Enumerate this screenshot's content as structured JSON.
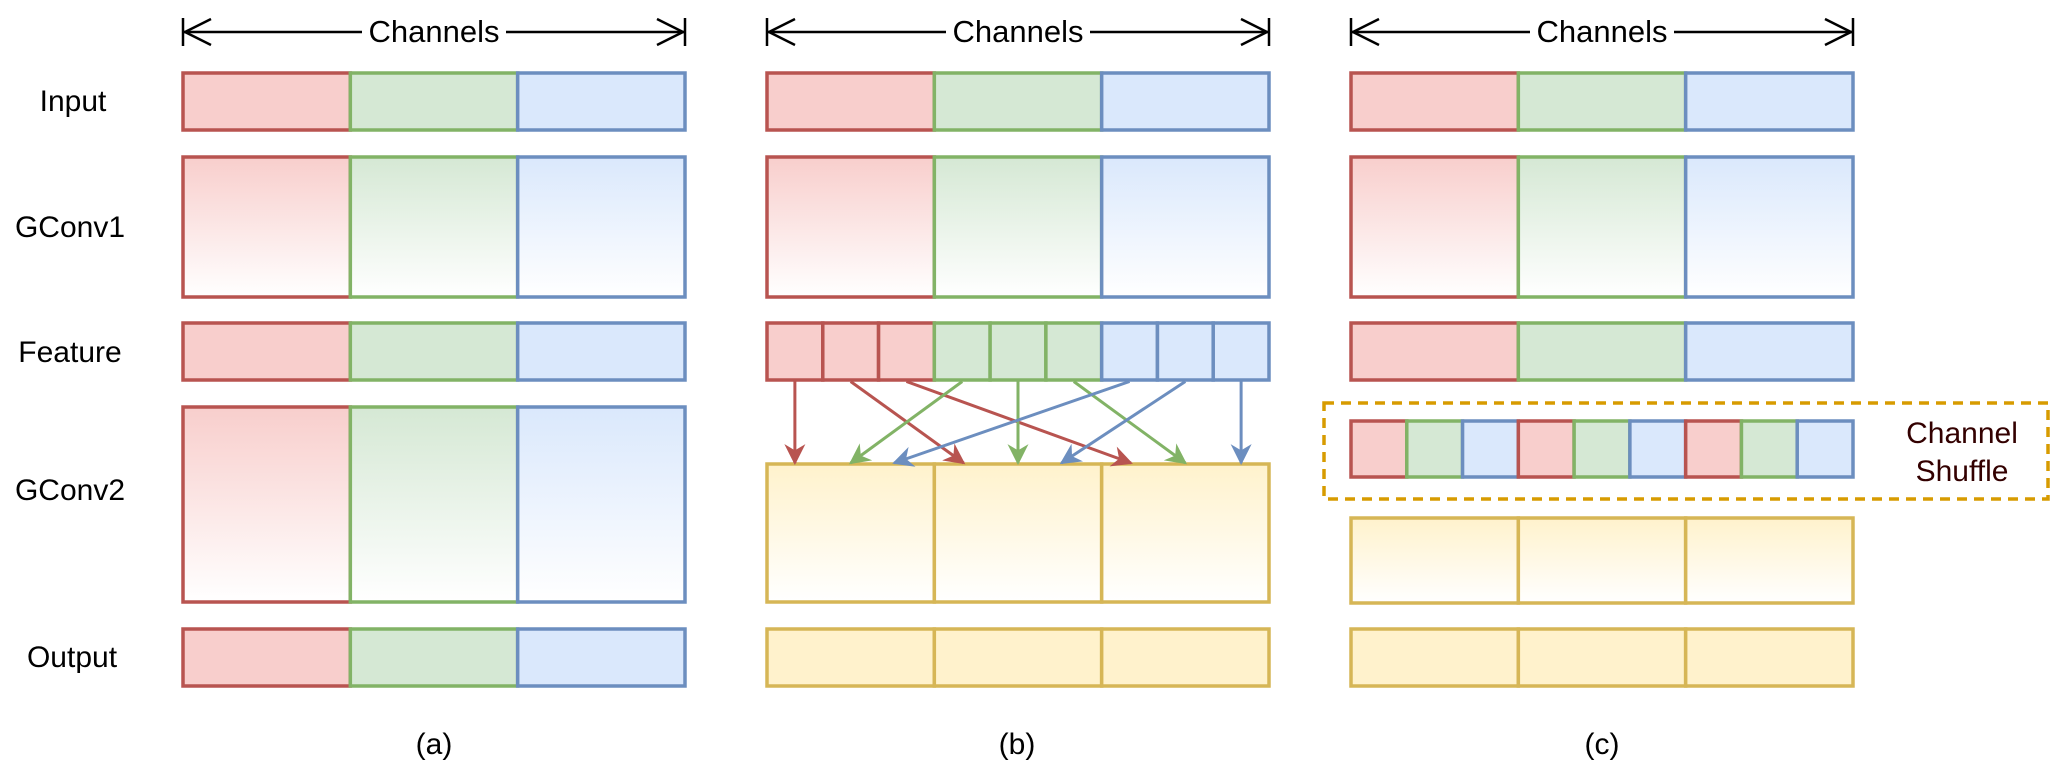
{
  "row_labels": [
    "Input",
    "GConv1",
    "Feature",
    "GConv2",
    "Output"
  ],
  "axis_label": "Channels",
  "panel_captions": [
    "(a)",
    "(b)",
    "(c)"
  ],
  "shuffle_label": [
    "Channel",
    "Shuffle"
  ],
  "colors": {
    "red": {
      "stroke": "#B85450",
      "fill": "#F8CECC"
    },
    "green": {
      "stroke": "#82B366",
      "fill": "#D5E8D4"
    },
    "blue": {
      "stroke": "#6C8EBF",
      "fill": "#DAE8FC"
    },
    "yellow": {
      "stroke": "#D6B656",
      "fill": "#FFF2CC"
    },
    "shuffle_border": "#D79B00",
    "shuffle_text": "#330000",
    "text": "#000000"
  },
  "groups": 3,
  "channels_per_group": 3,
  "panels": [
    {
      "id": "a",
      "caption_index": 0,
      "rows": [
        {
          "layer": "Input",
          "groups": [
            "red",
            "green",
            "blue"
          ],
          "gradient": false
        },
        {
          "layer": "GConv1",
          "groups": [
            "red",
            "green",
            "blue"
          ],
          "gradient": true
        },
        {
          "layer": "Feature",
          "groups": [
            "red",
            "green",
            "blue"
          ],
          "gradient": false
        },
        {
          "layer": "GConv2",
          "groups": [
            "red",
            "green",
            "blue"
          ],
          "gradient": true
        },
        {
          "layer": "Output",
          "groups": [
            "red",
            "green",
            "blue"
          ],
          "gradient": false
        }
      ]
    },
    {
      "id": "b",
      "caption_index": 1,
      "rows": [
        {
          "layer": "Input",
          "groups": [
            "red",
            "green",
            "blue"
          ],
          "gradient": false
        },
        {
          "layer": "GConv1",
          "groups": [
            "red",
            "green",
            "blue"
          ],
          "gradient": true
        },
        {
          "layer": "Feature",
          "groups": [
            "red",
            "green",
            "blue"
          ],
          "gradient": false,
          "subdivided": true
        },
        {
          "layer": "GConv2",
          "groups": [
            "yellow",
            "yellow",
            "yellow"
          ],
          "gradient": true
        },
        {
          "layer": "Output",
          "groups": [
            "yellow",
            "yellow",
            "yellow"
          ],
          "gradient": false
        }
      ],
      "connections": [
        {
          "from_group": "red",
          "from_sub": 0,
          "to_group": 0
        },
        {
          "from_group": "red",
          "from_sub": 1,
          "to_group": 1
        },
        {
          "from_group": "red",
          "from_sub": 2,
          "to_group": 2
        },
        {
          "from_group": "green",
          "from_sub": 0,
          "to_group": 0
        },
        {
          "from_group": "green",
          "from_sub": 1,
          "to_group": 1
        },
        {
          "from_group": "green",
          "from_sub": 2,
          "to_group": 2
        },
        {
          "from_group": "blue",
          "from_sub": 0,
          "to_group": 0
        },
        {
          "from_group": "blue",
          "from_sub": 1,
          "to_group": 1
        },
        {
          "from_group": "blue",
          "from_sub": 2,
          "to_group": 2
        }
      ]
    },
    {
      "id": "c",
      "caption_index": 2,
      "rows": [
        {
          "layer": "Input",
          "groups": [
            "red",
            "green",
            "blue"
          ],
          "gradient": false
        },
        {
          "layer": "GConv1",
          "groups": [
            "red",
            "green",
            "blue"
          ],
          "gradient": true
        },
        {
          "layer": "Feature",
          "groups": [
            "red",
            "green",
            "blue"
          ],
          "gradient": false
        },
        {
          "layer": "Shuffle",
          "cells": [
            "red",
            "green",
            "blue",
            "red",
            "green",
            "blue",
            "red",
            "green",
            "blue"
          ],
          "gradient": false
        },
        {
          "layer": "GConv2",
          "groups": [
            "yellow",
            "yellow",
            "yellow"
          ],
          "gradient": true
        },
        {
          "layer": "Output",
          "groups": [
            "yellow",
            "yellow",
            "yellow"
          ],
          "gradient": false
        }
      ]
    }
  ]
}
